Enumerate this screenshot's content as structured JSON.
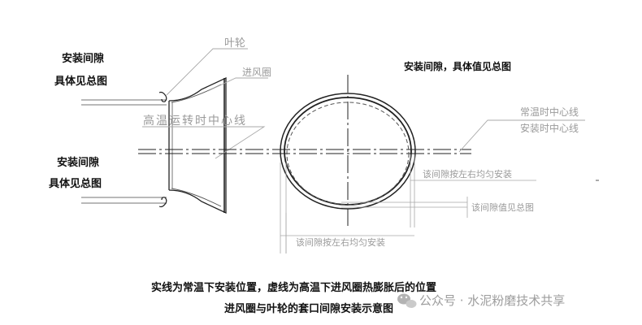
{
  "labels": {
    "gap_left_top_1": "安装间隙",
    "gap_left_top_2": "具体见总图",
    "gap_left_bottom_1": "安装间隙",
    "gap_left_bottom_2": "具体见总图",
    "impeller": "叶轮",
    "inlet_ring": "进风圈",
    "hot_centerline": "高温运转时中心线",
    "gap_right_top": "安装间隙，具体值见总图",
    "normal_centerline_1": "常温时中心线",
    "normal_centerline_2": "安装时中心线",
    "gap_even_right": "该间隙按左右均匀安装",
    "gap_value": "该间隙值见总图",
    "gap_even_bottom": "该间隙按左右均匀安装"
  },
  "caption": {
    "line1": "实线为常温下安装位置，虚线为高温下进风圈热膨胀后的位置",
    "line2": "进风圈与叶轮的套口间隙安装示意图"
  },
  "watermark": {
    "icon": "wechat-icon",
    "text": "公众号 · 水泥粉磨技术共享"
  }
}
